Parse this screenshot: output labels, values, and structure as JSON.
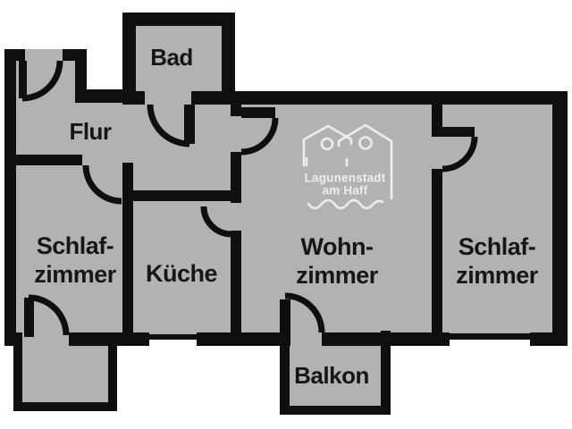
{
  "rooms": {
    "bad": {
      "lines": [
        "Bad"
      ]
    },
    "flur": {
      "lines": [
        "Flur"
      ]
    },
    "schlafzimmer_left": {
      "lines": [
        "Schlaf-",
        "zimmer"
      ]
    },
    "kueche": {
      "lines": [
        "Küche"
      ]
    },
    "wohnzimmer": {
      "lines": [
        "Wohn-",
        "zimmer"
      ]
    },
    "schlafzimmer_right": {
      "lines": [
        "Schlaf-",
        "zimmer"
      ]
    },
    "balkon": {
      "lines": [
        "Balkon"
      ]
    }
  },
  "logo": {
    "line1": "Lagunenstadt",
    "line2": "am Haff"
  },
  "colors": {
    "background": "#ffffff",
    "floor_fill": "#b2b2b2",
    "walls": "#0f0f0f",
    "label_text": "#161616",
    "logo": "#ededed"
  }
}
